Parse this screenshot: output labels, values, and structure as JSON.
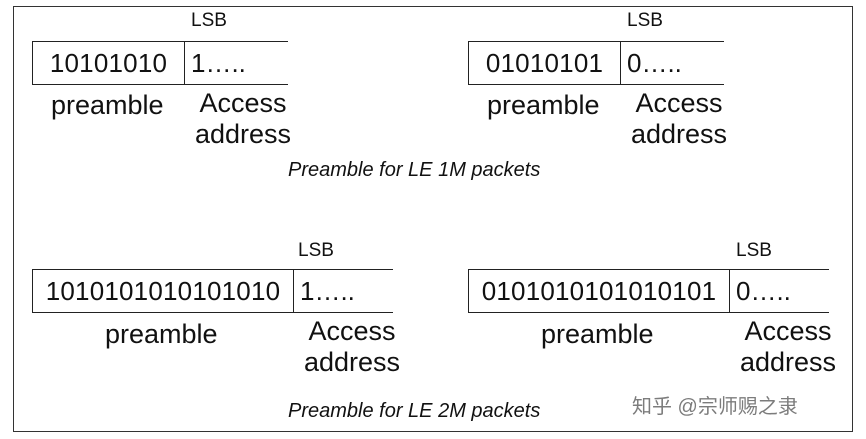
{
  "diagram": {
    "lsb_label": "LSB",
    "preamble_label": "preamble",
    "access_label_line1": "Access",
    "access_label_line2": "address",
    "le1m": {
      "caption": "Preamble for LE 1M packets",
      "left": {
        "preamble_bits": "10101010",
        "access_bits": "1….."
      },
      "right": {
        "preamble_bits": "01010101",
        "access_bits": "0….."
      }
    },
    "le2m": {
      "caption": "Preamble for LE 2M packets",
      "left": {
        "preamble_bits": "1010101010101010",
        "access_bits": "1….."
      },
      "right": {
        "preamble_bits": "0101010101010101",
        "access_bits": "0….."
      }
    }
  },
  "watermark": {
    "text": "知乎 @宗师赐之隶"
  }
}
